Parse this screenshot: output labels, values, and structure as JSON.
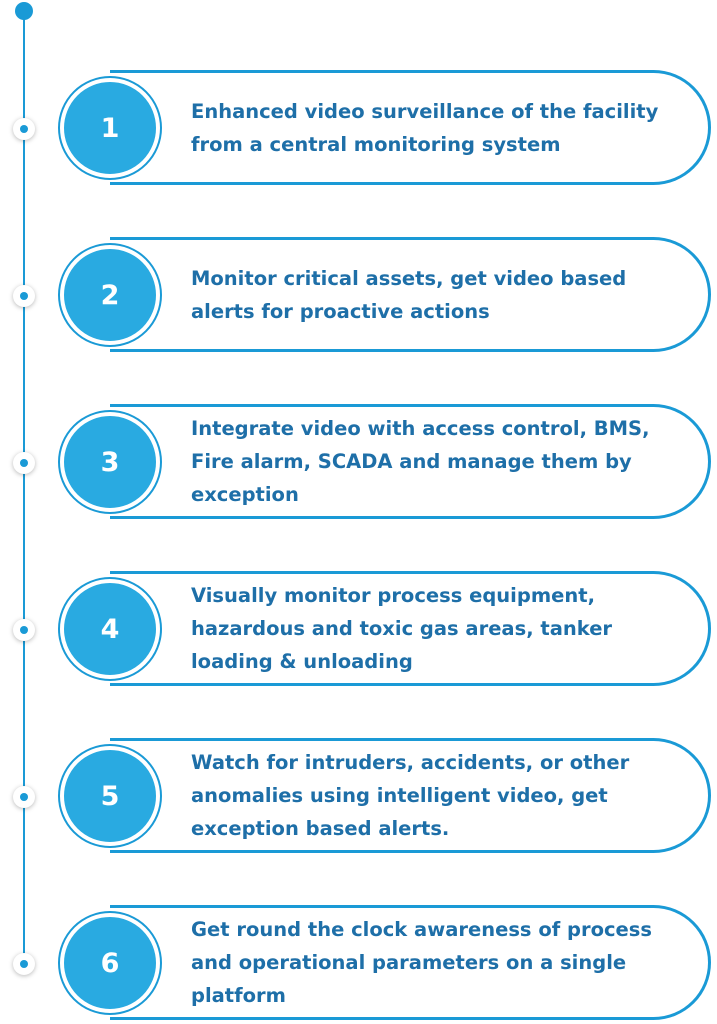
{
  "steps": [
    {
      "number": "1",
      "text": "Enhanced video surveillance of the facility from a central monitoring system"
    },
    {
      "number": "2",
      "text": "Monitor critical assets, get video based alerts for proactive actions"
    },
    {
      "number": "3",
      "text": "Integrate video with access control, BMS, Fire alarm, SCADA and manage them by exception"
    },
    {
      "number": "4",
      "text": "Visually monitor process equipment, hazardous and toxic gas areas, tanker loading & unloading"
    },
    {
      "number": "5",
      "text": "Watch for intruders, accidents, or other anomalies using intelligent video, get exception based alerts."
    },
    {
      "number": "6",
      "text": "Get round the clock awareness of process and operational parameters on a single platform"
    }
  ],
  "colors": {
    "accent": "#1a9ad6",
    "circle_fill": "#29aae1",
    "text": "#1e6fa8"
  }
}
